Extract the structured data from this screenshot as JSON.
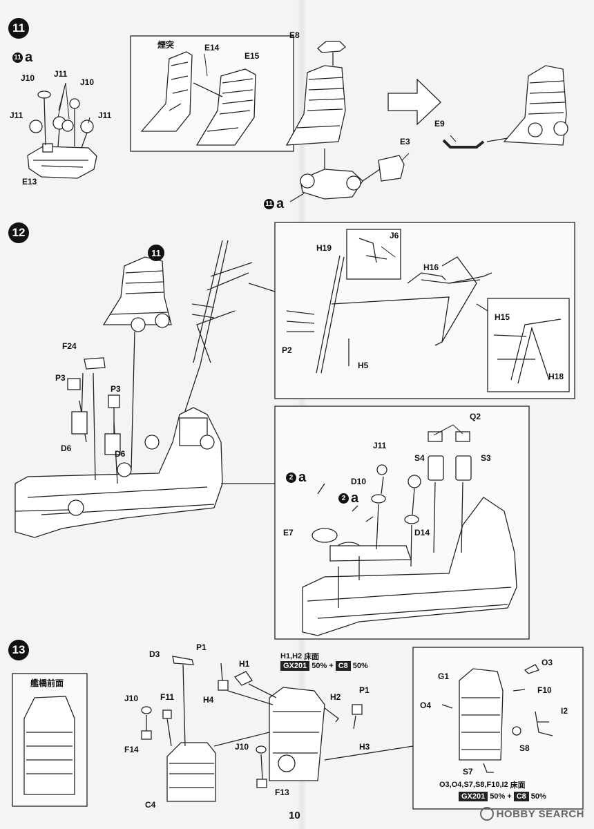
{
  "page": {
    "number": "10",
    "watermark": "HOBBY SEARCH"
  },
  "steps": [
    {
      "id": "step-11",
      "num": "11"
    },
    {
      "id": "step-12",
      "num": "12"
    },
    {
      "id": "step-13",
      "num": "13"
    }
  ],
  "step11": {
    "sub_a_num": "11",
    "sub_a_letter": "a",
    "left_labels": [
      "J10",
      "J11",
      "J10",
      "J11",
      "J11",
      "E13"
    ],
    "box_title": "煙突",
    "box_labels": [
      "E14",
      "E15"
    ],
    "labels": [
      "E8",
      "E3",
      "E9"
    ],
    "ref_a_num": "11",
    "ref_a_letter": "a"
  },
  "step12": {
    "ref_11": "11",
    "main_labels": [
      "F24",
      "P3",
      "P3",
      "D6",
      "D6"
    ],
    "mast_labels": [
      "J6",
      "H19",
      "H16",
      "P2",
      "H5",
      "H15",
      "H18"
    ],
    "turret_labels": [
      "Q2",
      "J11",
      "S4",
      "S3",
      "D10",
      "D14",
      "E7"
    ],
    "ref_2a_num": "2",
    "ref_2a_letter": "a"
  },
  "step13": {
    "title_box": "艦橋前面",
    "labels": [
      "D3",
      "P1",
      "H1",
      "H4",
      "J10",
      "F11",
      "F14",
      "C4",
      "J10",
      "F13",
      "H2",
      "P1",
      "H3"
    ],
    "paint_note_1": {
      "parts": "H1,H2",
      "text": "床面",
      "c1": "GX201",
      "p1": "50%",
      "plus": "+",
      "c2": "C8",
      "p2": "50%"
    },
    "box_labels": [
      "O3",
      "G1",
      "F10",
      "O4",
      "I2",
      "S8",
      "S7"
    ],
    "paint_note_2": {
      "parts": "O3,O4,S7,S8,F10,I2",
      "text": "床面",
      "c1": "GX201",
      "p1": "50%",
      "plus": "+",
      "c2": "C8",
      "p2": "50%"
    }
  }
}
